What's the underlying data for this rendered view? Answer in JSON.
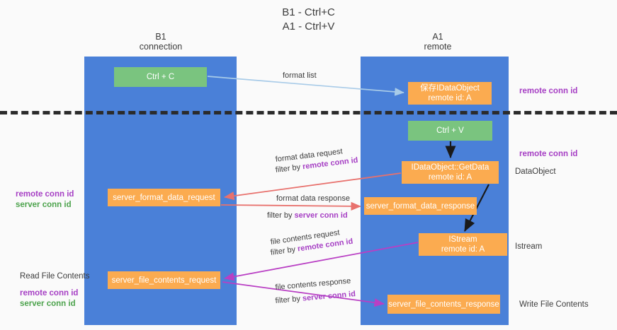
{
  "title": {
    "line1": "B1 - Ctrl+C",
    "line2": "A1 - Ctrl+V"
  },
  "colors": {
    "lane": "#4a80d8",
    "green_box": "#7ac47f",
    "orange_box": "#fbab50",
    "background": "#fafafa",
    "purple_accent": "#a63fc4",
    "green_accent": "#4da34d",
    "blue_arrow": "#a8cbe8",
    "red_arrow": "#e8716d",
    "magenta_arrow": "#b93fc4",
    "black_arrow": "#1a1a1a",
    "dashed_divider": "#2b2b2b"
  },
  "lanes": [
    {
      "name": "b1",
      "line1": "B1",
      "line2": "connection"
    },
    {
      "name": "a1",
      "line1": "A1",
      "line2": "remote"
    }
  ],
  "boxes": {
    "ctrl_c": {
      "line1": "Ctrl + C"
    },
    "idataobject": {
      "line1": "保存IDataObject",
      "line2": "remote id: A"
    },
    "ctrl_v": {
      "line1": "Ctrl + V"
    },
    "getdata": {
      "line1": "IDataObject::GetData",
      "line2": "remote id: A"
    },
    "server_format_data_request": {
      "line1": "server_format_data_request"
    },
    "server_format_data_response": {
      "line1": "server_format_data_response"
    },
    "istream": {
      "line1": "IStream",
      "line2": "remote id: A"
    },
    "server_file_contents_request": {
      "line1": "server_file_contents_request"
    },
    "server_file_contents_response": {
      "line1": "server_file_contents_response"
    }
  },
  "edge_labels": {
    "format_list": "format list",
    "format_data_request": "format data request",
    "format_data_request_filter_prefix": "filter by ",
    "format_data_request_filter_key": "remote conn id",
    "format_data_response": "format data response",
    "format_data_response_filter_prefix": "filter by ",
    "format_data_response_filter_key": "server conn id",
    "file_contents_request": "file contents request",
    "file_contents_request_filter_prefix": "filter by ",
    "file_contents_request_filter_key": "remote conn id",
    "file_contents_response": "file contents response",
    "file_contents_response_filter_prefix": "filter by ",
    "file_contents_response_filter_key": "server conn id"
  },
  "annotations": {
    "right_remote_conn_top": "remote conn id",
    "right_remote_conn_mid": "remote conn id",
    "right_dataobject": "DataObject",
    "right_istream": "Istream",
    "right_write_file_contents": "Write File Contents",
    "left_remote_conn": "remote conn id",
    "left_server_conn": "server conn id",
    "left_read_file_contents": "Read File Contents",
    "left_read_remote_conn": "remote conn id",
    "left_read_server_conn": "server conn id"
  }
}
